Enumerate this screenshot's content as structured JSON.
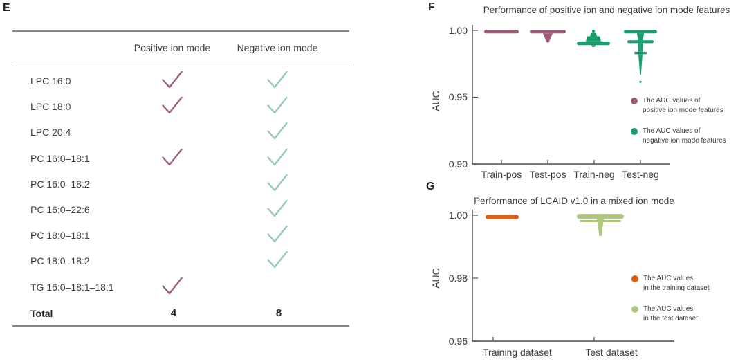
{
  "panels": {
    "e": {
      "label": "E",
      "table": {
        "columns": [
          "Positive ion mode",
          "Negative ion mode"
        ],
        "rows": [
          {
            "name": "LPC 16:0",
            "pos": true,
            "neg": true
          },
          {
            "name": "LPC 18:0",
            "pos": true,
            "neg": true
          },
          {
            "name": "LPC 20:4",
            "pos": false,
            "neg": true
          },
          {
            "name": "PC 16:0–18:1",
            "pos": true,
            "neg": true
          },
          {
            "name": "PC 16:0–18:2",
            "pos": false,
            "neg": true
          },
          {
            "name": "PC 16:0–22:6",
            "pos": false,
            "neg": true
          },
          {
            "name": "PC 18:0–18:1",
            "pos": false,
            "neg": true
          },
          {
            "name": "PC 18:0–18:2",
            "pos": false,
            "neg": true
          },
          {
            "name": "TG 16:0–18:1–18:1",
            "pos": true,
            "neg": false
          }
        ],
        "total": {
          "label": "Total",
          "positive": "4",
          "negative": "8"
        },
        "check_color_positive": "#a05d7e",
        "check_color_negative": "#95c9b4"
      }
    },
    "f": {
      "label": "F"
    },
    "g": {
      "label": "G"
    }
  },
  "chart_data": [
    {
      "id": "F",
      "type": "scatter",
      "variant": "beeswarm strip plot",
      "title": "Performance of positive ion and negative ion mode features",
      "xlabel": "",
      "ylabel": "AUC",
      "ylim": [
        0.9,
        1.0
      ],
      "yticks": [
        1.0,
        0.95,
        0.9
      ],
      "ytick_labels": [
        "1.00",
        "0.95",
        "0.90"
      ],
      "categories": [
        "Train-pos",
        "Test-pos",
        "Train-neg",
        "Test-neg"
      ],
      "legend_position": "center right",
      "legend": [
        {
          "line1": "The AUC values of",
          "line2": "positive ion mode features",
          "color": "#9c5a78"
        },
        {
          "line1": "The AUC values of",
          "line2": "negative ion mode features",
          "color": "#1a9c6c"
        }
      ],
      "cluster_summary": [
        {
          "category": "Train-pos",
          "color": "#9c5a78",
          "auc_min": 0.998,
          "auc_max": 1.0,
          "auc_mode": 1.0
        },
        {
          "category": "Test-pos",
          "color": "#9c5a78",
          "auc_min": 0.991,
          "auc_max": 1.0,
          "auc_mode": 1.0
        },
        {
          "category": "Train-neg",
          "color": "#1a9c6c",
          "auc_min": 0.988,
          "auc_max": 0.999,
          "auc_mode": 0.99
        },
        {
          "category": "Test-neg",
          "color": "#1a9c6c",
          "auc_min": 0.96,
          "auc_max": 1.0,
          "auc_mode": 1.0
        }
      ],
      "clusters": [
        {
          "cat": 0,
          "color": "#9c5a78",
          "shapes": [
            {
              "t": "bar",
              "a1": 1.0004,
              "a2": 0.9978,
              "hw": 25
            }
          ]
        },
        {
          "cat": 1,
          "color": "#9c5a78",
          "shapes": [
            {
              "t": "bar",
              "a1": 1.0004,
              "a2": 0.9978,
              "hw": 26
            },
            {
              "t": "taper",
              "a1": 0.9978,
              "a2": 0.991,
              "w1": 7,
              "w2": 1.5
            }
          ]
        },
        {
          "cat": 2,
          "color": "#1a9c6c",
          "shapes": [
            {
              "t": "dot",
              "a": 0.9993,
              "r": 2.2
            },
            {
              "t": "taper",
              "a1": 0.9982,
              "a2": 0.9956,
              "w1": 3.5,
              "w2": 5
            },
            {
              "t": "taper",
              "a1": 0.9956,
              "a2": 0.9918,
              "w1": 9,
              "w2": 11
            },
            {
              "t": "bar",
              "a1": 0.9918,
              "a2": 0.989,
              "hw": 24
            },
            {
              "t": "taper",
              "a1": 0.989,
              "a2": 0.9876,
              "w1": 3,
              "w2": 2
            }
          ]
        },
        {
          "cat": 3,
          "color": "#1a9c6c",
          "shapes": [
            {
              "t": "bar",
              "a1": 1.0004,
              "a2": 0.9978,
              "hw": 24
            },
            {
              "t": "taper",
              "a1": 0.9978,
              "a2": 0.9926,
              "w1": 5,
              "w2": 3.5
            },
            {
              "t": "bar",
              "a1": 0.9926,
              "a2": 0.9905,
              "hw": 19
            },
            {
              "t": "taper",
              "a1": 0.9905,
              "a2": 0.984,
              "w1": 3.5,
              "w2": 3
            },
            {
              "t": "bar",
              "a1": 0.984,
              "a2": 0.9822,
              "hw": 9
            },
            {
              "t": "taper",
              "a1": 0.9822,
              "a2": 0.967,
              "w1": 3,
              "w2": 0.8
            },
            {
              "t": "dot",
              "a": 0.9615,
              "r": 1.6
            }
          ]
        }
      ]
    },
    {
      "id": "G",
      "type": "scatter",
      "variant": "beeswarm strip plot",
      "title": "Performance of LCAID v1.0 in a mixed ion mode",
      "xlabel": "",
      "ylabel": "AUC",
      "ylim": [
        0.96,
        1.0
      ],
      "yticks": [
        1.0,
        0.98,
        0.96
      ],
      "ytick_labels": [
        "1.00",
        "0.98",
        "0.96"
      ],
      "categories": [
        "Training dataset",
        "Test dataset"
      ],
      "legend_position": "center right",
      "legend": [
        {
          "line1": "The AUC values",
          "line2": "in the training dataset",
          "color": "#e25d10"
        },
        {
          "line1": "The AUC values",
          "line2": "in the test dataset",
          "color": "#aec87c"
        }
      ],
      "cluster_summary": [
        {
          "category": "Training dataset",
          "color": "#e25d10",
          "auc_min": 0.9989,
          "auc_max": 1.0,
          "auc_mode": 0.999
        },
        {
          "category": "Test dataset",
          "color": "#aec87c",
          "auc_min": 0.9934,
          "auc_max": 1.0,
          "auc_mode": 1.0
        }
      ],
      "clusters": [
        {
          "cat": 0,
          "color": "#e25d10",
          "shapes": [
            {
              "t": "bar",
              "a1": 1.0001,
              "a2": 0.9988,
              "hw": 24
            }
          ]
        },
        {
          "cat": 1,
          "color": "#aec87c",
          "shapes": [
            {
              "t": "bar",
              "a1": 1.0004,
              "a2": 0.9989,
              "hw": 34
            },
            {
              "t": "bar",
              "a1": 0.9985,
              "a2": 0.9978,
              "hw": 30
            },
            {
              "t": "taper",
              "a1": 0.9989,
              "a2": 0.9934,
              "w1": 5,
              "w2": 1.5
            }
          ]
        }
      ]
    }
  ]
}
